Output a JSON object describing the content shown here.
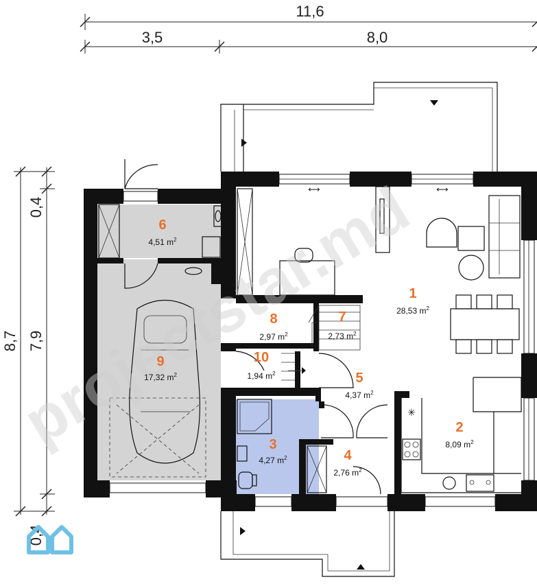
{
  "colors": {
    "wall": "#111111",
    "room_number": "#e8702a",
    "garage_floor": "#d4d4d4",
    "bathroom_floor": "#b9c7ec",
    "watermark": "#cfcfcf",
    "logo": "#6ec1e4"
  },
  "dimensions": {
    "total_width": "11,6",
    "left_width": "3,5",
    "right_width": "8,0",
    "total_depth": "8,7",
    "inner_depth": "7,9",
    "top_offset": "0,4",
    "bottom_offset": "0,4"
  },
  "rooms": [
    {
      "num": "1",
      "area": "28,53 m",
      "unit_sup": "2"
    },
    {
      "num": "2",
      "area": "8,09 m",
      "unit_sup": "2"
    },
    {
      "num": "3",
      "area": "4,27 m",
      "unit_sup": "2"
    },
    {
      "num": "4",
      "area": "2,76 m",
      "unit_sup": "2"
    },
    {
      "num": "5",
      "area": "4,37 m",
      "unit_sup": "2"
    },
    {
      "num": "6",
      "area": "4,51 m",
      "unit_sup": "2"
    },
    {
      "num": "7",
      "area": "2,73 m",
      "unit_sup": "2"
    },
    {
      "num": "8",
      "area": "2,97 m",
      "unit_sup": "2"
    },
    {
      "num": "9",
      "area": "17,32 m",
      "unit_sup": "2"
    },
    {
      "num": "10",
      "area": "1,94 m",
      "unit_sup": "2"
    }
  ],
  "watermark": "projectstar.md",
  "logo": "house-logo-icon"
}
